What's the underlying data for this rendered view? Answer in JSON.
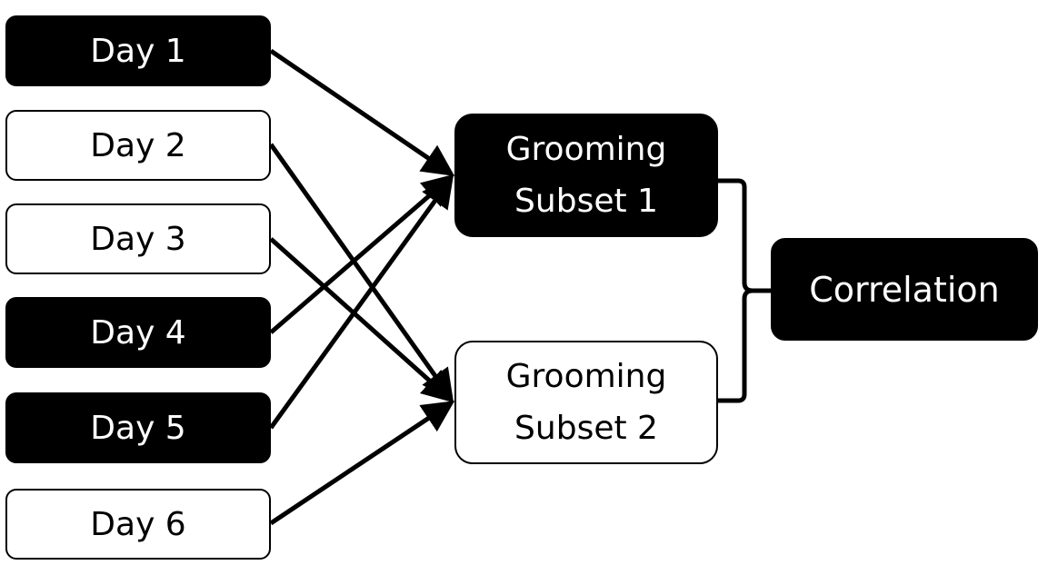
{
  "days": [
    {
      "label": "Day 1",
      "group": 1
    },
    {
      "label": "Day 2",
      "group": 2
    },
    {
      "label": "Day 3",
      "group": 2
    },
    {
      "label": "Day 4",
      "group": 1
    },
    {
      "label": "Day 5",
      "group": 1
    },
    {
      "label": "Day 6",
      "group": 2
    }
  ],
  "subsets": [
    {
      "line1": "Grooming",
      "line2": "Subset 1"
    },
    {
      "line1": "Grooming",
      "line2": "Subset 2"
    }
  ],
  "correlation": {
    "label": "Correlation"
  },
  "colors": {
    "dark_fill": "#000000",
    "light_fill": "#ffffff",
    "stroke": "#000000"
  }
}
